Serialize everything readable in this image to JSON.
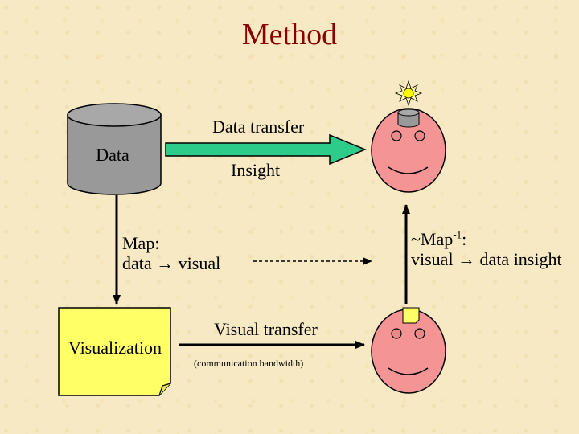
{
  "title": "Method",
  "labels": {
    "data": "Data",
    "data_transfer": "Data transfer",
    "insight": "Insight",
    "map_line1": "Map:",
    "map_line2": "data → visual",
    "map_inverse_prefix": "~Map",
    "map_inverse_sup": "-1",
    "map_inverse_suffix": ":",
    "map_inverse_line2": "visual → data insight",
    "visualization": "Visualization",
    "visual_transfer": "Visual transfer",
    "bandwidth": "(communication bandwidth)"
  },
  "colors": {
    "background": "#f7e9c3",
    "title": "#8b0000",
    "cylinder": "#999999",
    "arrow_fill": "#2ecc8a",
    "face": "#f59494",
    "note": "#ffff66"
  }
}
